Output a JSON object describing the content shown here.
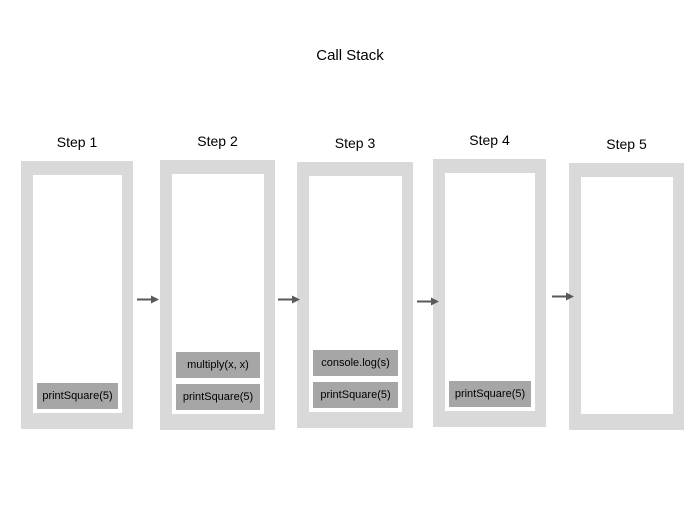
{
  "title": "Call Stack",
  "steps": [
    {
      "label": "Step 1",
      "frames": [
        "printSquare(5)"
      ]
    },
    {
      "label": "Step 2",
      "frames": [
        "multiply(x, x)",
        "printSquare(5)"
      ]
    },
    {
      "label": "Step 3",
      "frames": [
        "console.log(s)",
        "printSquare(5)"
      ]
    },
    {
      "label": "Step 4",
      "frames": [
        "printSquare(5)"
      ]
    },
    {
      "label": "Step 5",
      "frames": []
    }
  ],
  "icons": {
    "arrow": "→"
  },
  "colors": {
    "background": "#ffffff",
    "container": "#d9d9d9",
    "frame": "#a6a6a6",
    "arrow": "#595959",
    "text": "#000000"
  }
}
